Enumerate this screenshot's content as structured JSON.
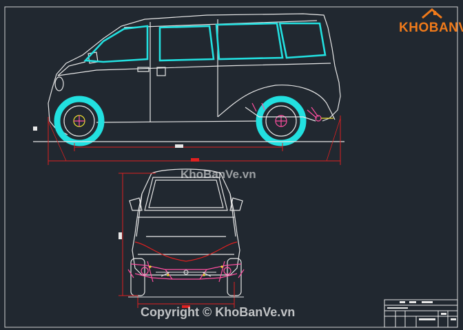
{
  "logo": {
    "text": "KHOBANVE"
  },
  "watermarks": {
    "middle": "KhoBanVe.vn",
    "bottom": "Copyright © KhoBanVe.vn"
  },
  "colors": {
    "background": "#212830",
    "outline": "#e8e8e8",
    "glass": "#22e0e0",
    "dimension": "#e02020",
    "suspension": "#ff4fa0",
    "accent": "#f07a1a",
    "pivot": "#f0e030"
  },
  "icons": {
    "logo": "house-roof-icon"
  }
}
